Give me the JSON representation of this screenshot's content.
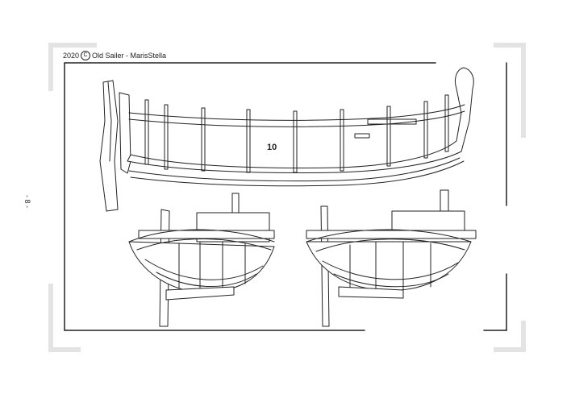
{
  "header": {
    "year": "2020",
    "copyright_symbol": "C",
    "author": "Old Sailer - MarisStella"
  },
  "page_number": "- 8 -",
  "drawing": {
    "part_number": "10"
  },
  "colors": {
    "line": "#222222",
    "corner_marks": "#e3e3e3",
    "background": "#ffffff"
  }
}
